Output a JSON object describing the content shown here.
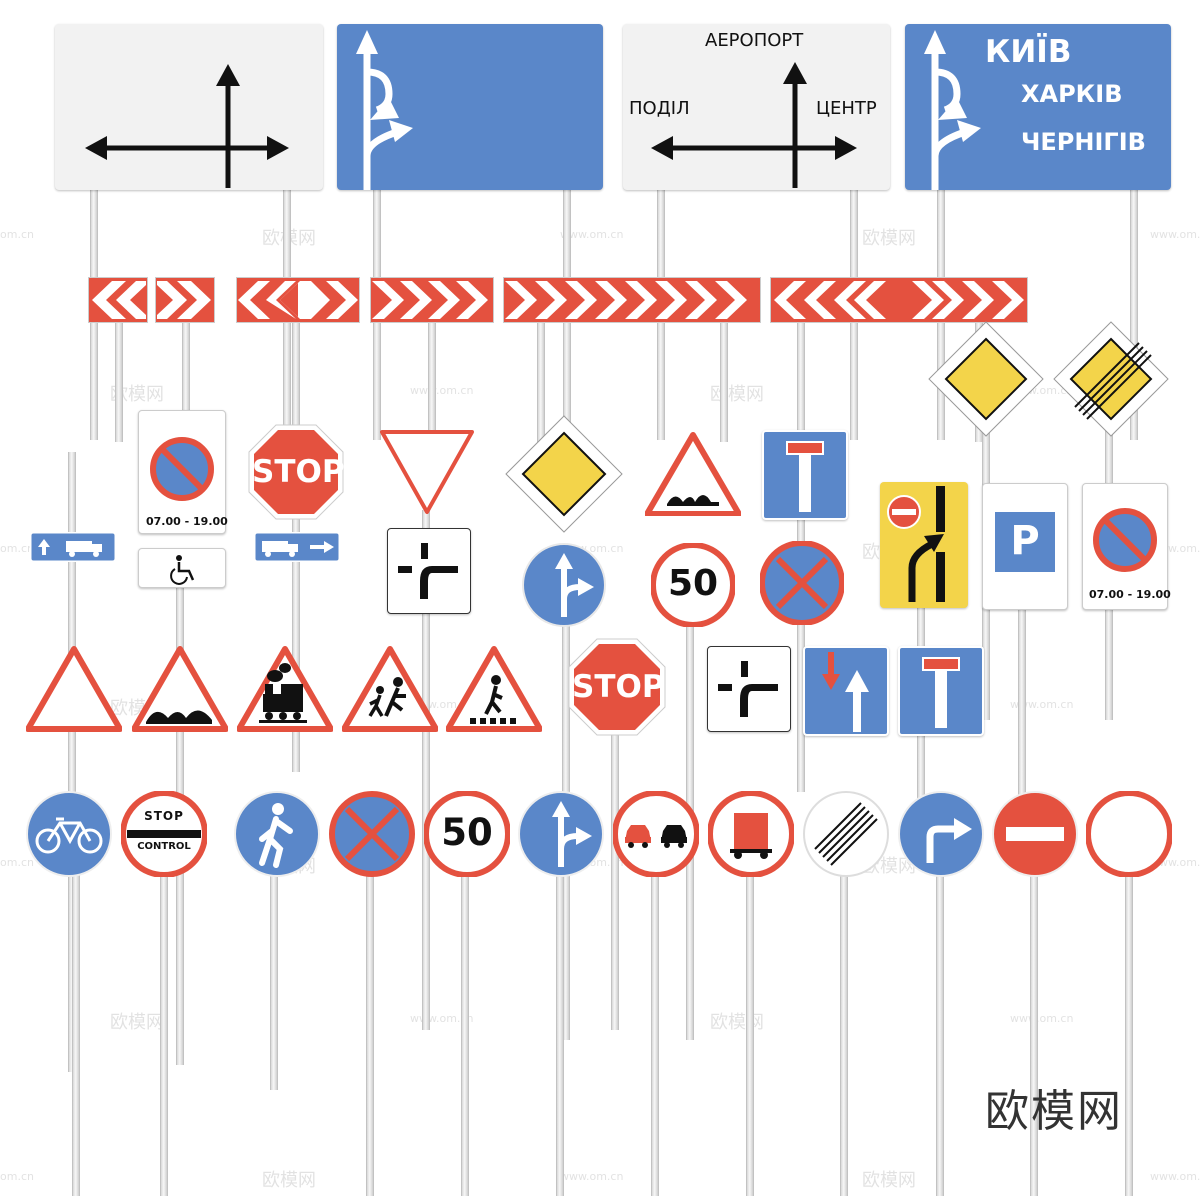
{
  "colors": {
    "red": "#e4513f",
    "blue": "#5a87c9",
    "yellow": "#f3d44a",
    "white": "#ffffff",
    "board_grey": "#f2f2f2",
    "black": "#111111"
  },
  "direction_sign_1": {
    "icon": "crossroad-arrows-icon"
  },
  "direction_sign_2": {
    "icon": "lane-turn-arrows-icon"
  },
  "direction_sign_3": {
    "top": "АЕРОПОРТ",
    "left": "ПОДІЛ",
    "right": "ЦЕНТР"
  },
  "direction_sign_4": {
    "line1": "КИЇВ",
    "line2": "ХАРКІВ",
    "line3": "ЧЕРНІГІВ"
  },
  "stop_signs": {
    "upper": "STOP",
    "lower": "STOP"
  },
  "speed_limits": {
    "upper": "50",
    "lower": "50"
  },
  "time_plates": {
    "left": "07.00 - 19.00",
    "right": "07.00 - 19.00"
  },
  "stop_control": {
    "line1": "STOP",
    "line2": "CONTROL"
  },
  "parking": {
    "letter": "P"
  },
  "watermarks": {
    "brand": "欧模网",
    "url": "www.om.cn",
    "url_short": "om.cn"
  }
}
